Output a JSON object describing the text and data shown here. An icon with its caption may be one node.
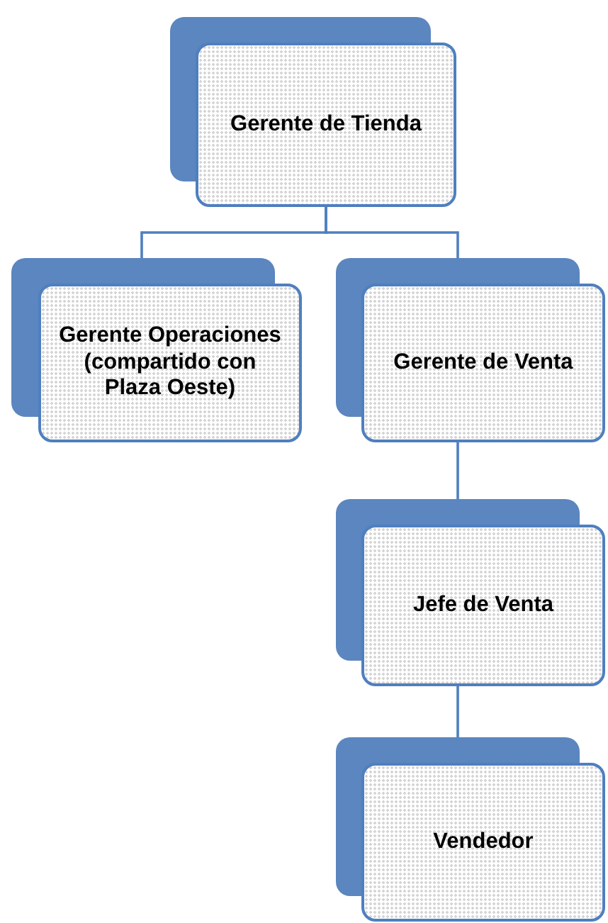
{
  "diagram": {
    "nodes": [
      {
        "text": [
          "Gerente de Tienda"
        ]
      },
      {
        "text": [
          "Gerente Operaciones (compartido con Plaza Oeste)"
        ]
      },
      {
        "text": [
          "Gerente de Venta"
        ]
      },
      {
        "text": [
          "Jefe de Venta"
        ]
      },
      {
        "text": [
          "Vendedor"
        ]
      }
    ],
    "edges": [
      {
        "from": 0,
        "to": 1,
        "arrow": "none"
      },
      {
        "from": 0,
        "to": 2,
        "arrow": "none"
      },
      {
        "from": 2,
        "to": 3,
        "arrow": "none"
      },
      {
        "from": 3,
        "to": 4,
        "arrow": "none"
      }
    ]
  }
}
